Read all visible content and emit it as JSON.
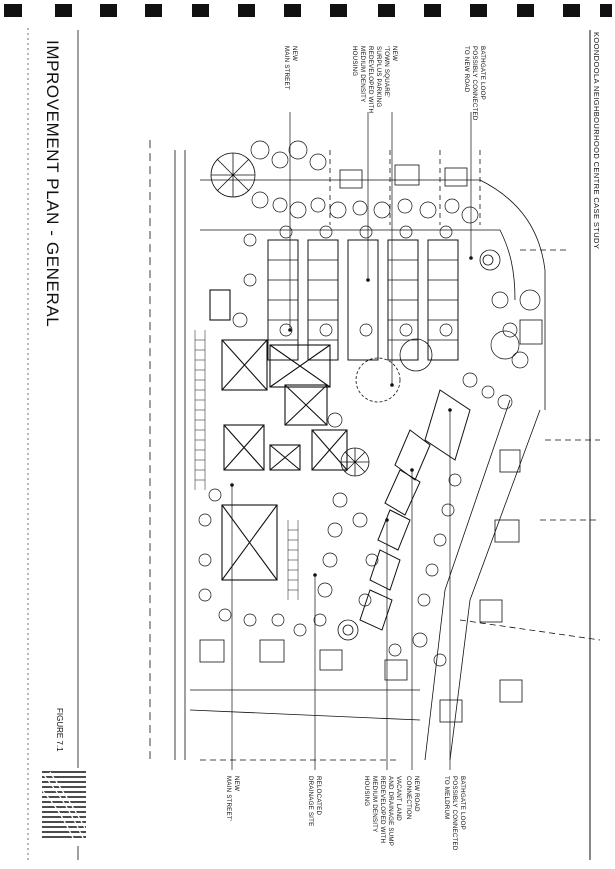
{
  "header": {
    "case_study_title": "KOONDOOLA NEIGHBOURHOOD CENTRE CASE STUDY"
  },
  "title": "IMPROVEMENT PLAN - GENERAL",
  "figure_label": "FIGURE 7.1",
  "labels_top": [
    {
      "id": "bathgate-loop-new-road",
      "text": "BATHGATE LOOP\nPOSSIBLY CONNECTED\nTO NEW ROAD"
    },
    {
      "id": "new-town-square",
      "text": "NEW\n'TOWN SQUARE'"
    },
    {
      "id": "surplus-parking",
      "text": "SURPLUS PARKING\nREDEVELOPED WITH\nMEDIUM DENSITY\nHOUSING"
    },
    {
      "id": "new-main-street-top",
      "text": "NEW\nMAIN STREET"
    }
  ],
  "labels_bottom": [
    {
      "id": "bathgate-loop-meldrum",
      "text": "BATHGATE LOOP\nPOSSIBLY CONNECTED\nTO MELDRUM"
    },
    {
      "id": "new-road-connection",
      "text": "NEW ROAD\nCONNECTION"
    },
    {
      "id": "vacant-land",
      "text": "VACANT LAND\nAND DRAINAGE SUMP\nREDEVELOPED WITH\nMEDIUM DENSITY\nHOUSING"
    },
    {
      "id": "relocated-drainage",
      "text": "RELOCATED\nDRAINAGE SITE"
    },
    {
      "id": "new-main-street-bottom",
      "text": "NEW\nMAIN STREET'"
    }
  ],
  "colors": {
    "ink": "#111111",
    "paper": "#ffffff"
  }
}
